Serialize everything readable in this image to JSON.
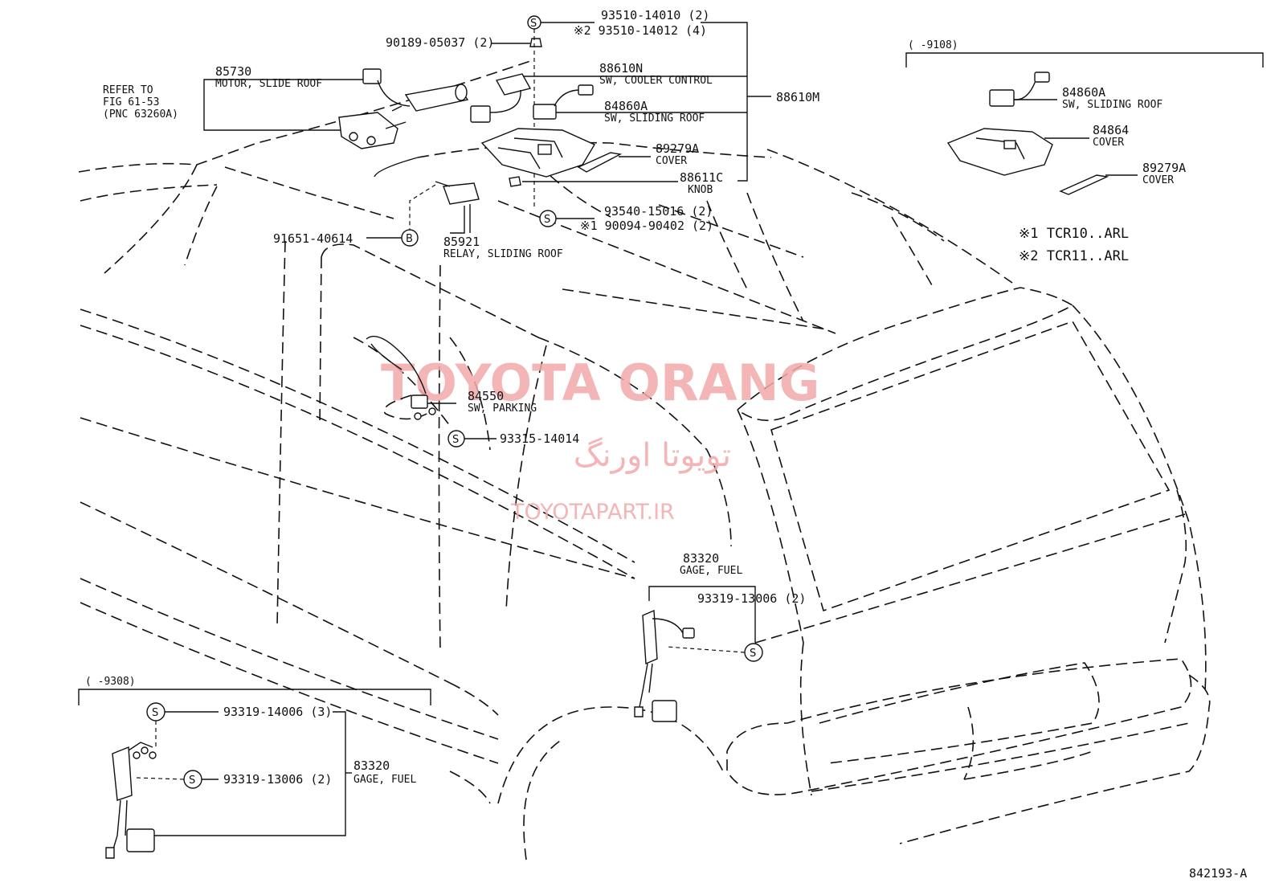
{
  "diagram_id": "842193-A",
  "watermark": {
    "brand": "TOYOTA ORANG",
    "brand_fa": "تویوتا اورنگ",
    "url": "TOYOTAPART.IR"
  },
  "refer": {
    "line1": "REFER TO",
    "line2": "FIG 61-53",
    "line3": "(PNC 63260A)"
  },
  "parts": {
    "p85730": {
      "pn": "85730",
      "desc": "MOTOR, SLIDE ROOF"
    },
    "p90189": {
      "pn": "90189-05037 (2)"
    },
    "p93510a": {
      "pn": "93510-14010 (2)"
    },
    "p93510b": {
      "pn": "※2 93510-14012 (4)"
    },
    "p88610N": {
      "pn": "88610N",
      "desc": "SW, COOLER CONTROL"
    },
    "p84860A": {
      "pn": "84860A",
      "desc": "SW, SLIDING ROOF"
    },
    "p89279A": {
      "pn": "89279A",
      "desc": "COVER"
    },
    "p88611C": {
      "pn": "88611C",
      "desc": "KNOB"
    },
    "p88610M": {
      "pn": "88610M"
    },
    "p93540": {
      "pn": "93540-15016 (2)"
    },
    "p90094": {
      "pn": "※1 90094-90402 (2)"
    },
    "p91651": {
      "pn": "91651-40614"
    },
    "p85921": {
      "pn": "85921",
      "desc": "RELAY, SLIDING ROOF"
    },
    "p84550": {
      "pn": "84550",
      "desc": "SW, PARKING"
    },
    "p93315": {
      "pn": "93315-14014"
    },
    "p83320": {
      "pn": "83320",
      "desc": "GAGE, FUEL"
    },
    "p93319a": {
      "pn": "93319-13006 (2)"
    }
  },
  "inset_right": {
    "range": "(      -9108)",
    "p84860A": {
      "pn": "84860A",
      "desc": "SW, SLIDING ROOF"
    },
    "p84864": {
      "pn": "84864",
      "desc": "COVER"
    },
    "p89279A": {
      "pn": "89279A",
      "desc": "COVER"
    }
  },
  "notes": {
    "n1": "※1  TCR10..ARL",
    "n2": "※2  TCR11..ARL"
  },
  "inset_left": {
    "range": "(      -9308)",
    "p93319b": {
      "pn": "93319-14006 (3)"
    },
    "p93319c": {
      "pn": "93319-13006 (2)"
    },
    "p83320": {
      "pn": "83320",
      "desc": "GAGE, FUEL"
    }
  },
  "symbols": {
    "s": "S",
    "b": "B"
  }
}
